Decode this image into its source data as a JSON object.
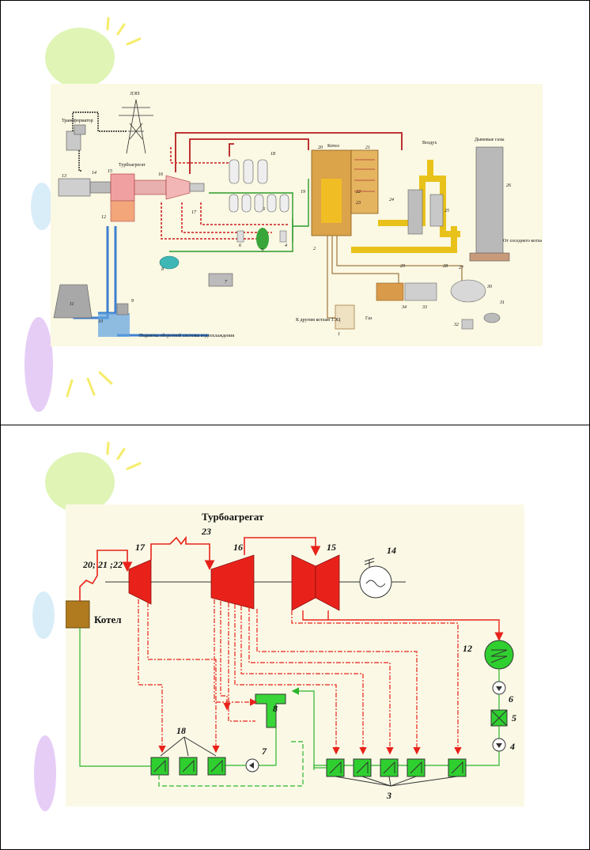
{
  "slide1": {
    "labels": {
      "lep": "ЛЭП",
      "transformer": "Трансформатор",
      "turbine_unit": "Турбоагрегат",
      "boiler": "Котел",
      "air": "Воздух",
      "flue_gas": "Дымовые газы",
      "neighbor_boiler": "От соседнего котла",
      "gas": "Газ",
      "other_boilers": "К другим котлам ТЭЦ",
      "makeup": "Подпитка оборотной системы водоохлаждения"
    },
    "numbers": {
      "n1": "1",
      "n2": "2",
      "n3": "3",
      "n4": "4",
      "n5": "5",
      "n6": "6",
      "n7": "7",
      "n8": "8",
      "n9": "9",
      "n10": "10",
      "n11": "11",
      "n12": "12",
      "n13": "13",
      "n14": "14",
      "n15": "15",
      "n16": "16",
      "n17": "17",
      "n18": "18",
      "n19": "19",
      "n20": "20",
      "n21": "21",
      "n22": "22",
      "n23": "23",
      "n24": "24",
      "n25": "25",
      "n26": "26",
      "n27": "27",
      "n28": "28",
      "n29": "29",
      "n30": "30",
      "n31": "31",
      "n32": "32",
      "n33": "33",
      "n34": "34"
    }
  },
  "slide2": {
    "labels": {
      "turbine_unit": "Турбоагрегат",
      "boiler": "Котел",
      "boiler_refs": "20; 21 ;22"
    },
    "numbers": {
      "n23": "23",
      "n17": "17",
      "n16": "16",
      "n15": "15",
      "n14": "14",
      "n12": "12",
      "n6": "6",
      "n5": "5",
      "n4": "4",
      "n8": "8",
      "n7": "7",
      "n18": "18",
      "n3": "3"
    }
  },
  "colors": {
    "steam": "#e8221a",
    "water": "#2bb52b",
    "cooling": "#3f7fd0",
    "gas_duct": "#e8c21a",
    "boiler_box": "#b07a1e",
    "heater": "#2fcf2f",
    "deaerator": "#38d638",
    "bg_panel": "#fbf8e3"
  }
}
